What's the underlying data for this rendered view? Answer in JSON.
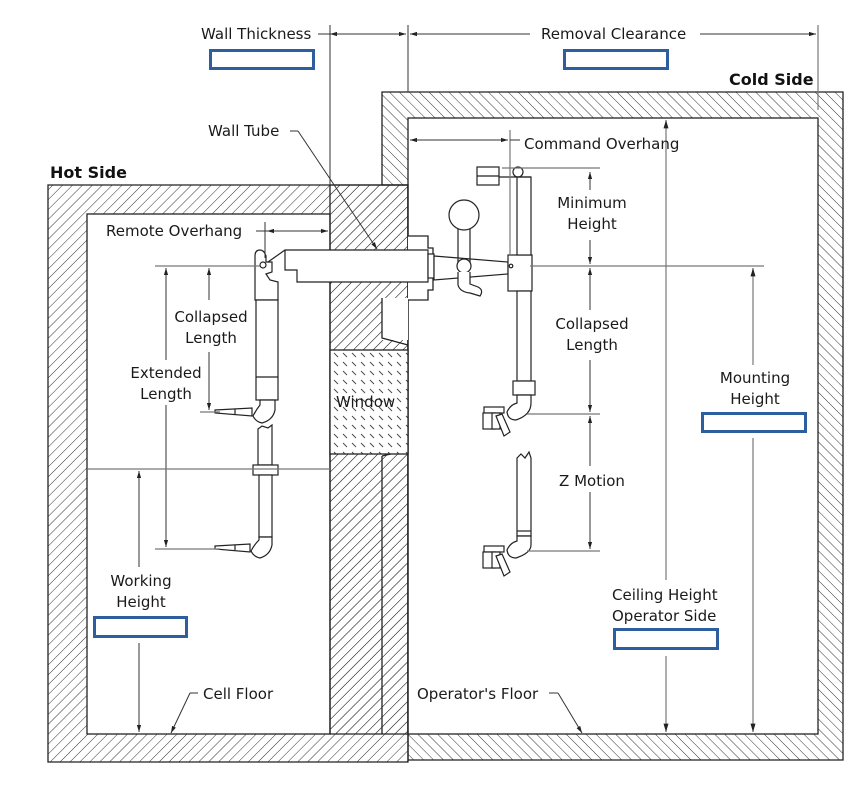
{
  "diagram": {
    "zones": {
      "hot_side": "Hot Side",
      "cold_side": "Cold Side",
      "window": "Window"
    },
    "labels": {
      "wall_thickness": "Wall Thickness",
      "removal_clearance": "Removal Clearance",
      "wall_tube": "Wall Tube",
      "command_overhang": "Command Overhang",
      "remote_overhang": "Remote Overhang",
      "minimum_height_1": "Minimum",
      "minimum_height_2": "Height",
      "collapsed_length_hot_1": "Collapsed",
      "collapsed_length_hot_2": "Length",
      "extended_length_1": "Extended",
      "extended_length_2": "Length",
      "collapsed_length_cold_1": "Collapsed",
      "collapsed_length_cold_2": "Length",
      "z_motion": "Z Motion",
      "mounting_height_1": "Mounting",
      "mounting_height_2": "Height",
      "working_height_1": "Working",
      "working_height_2": "Height",
      "ceiling_height_1": "Ceiling Height",
      "ceiling_height_2": "Operator Side",
      "cell_floor": "Cell Floor",
      "operators_floor": "Operator's Floor"
    },
    "inputs": {
      "wall_thickness": "",
      "removal_clearance": "",
      "mounting_height": "",
      "working_height": "",
      "ceiling_height": ""
    },
    "colors": {
      "input_border": "#2d5fa0",
      "line": "#222222"
    }
  }
}
